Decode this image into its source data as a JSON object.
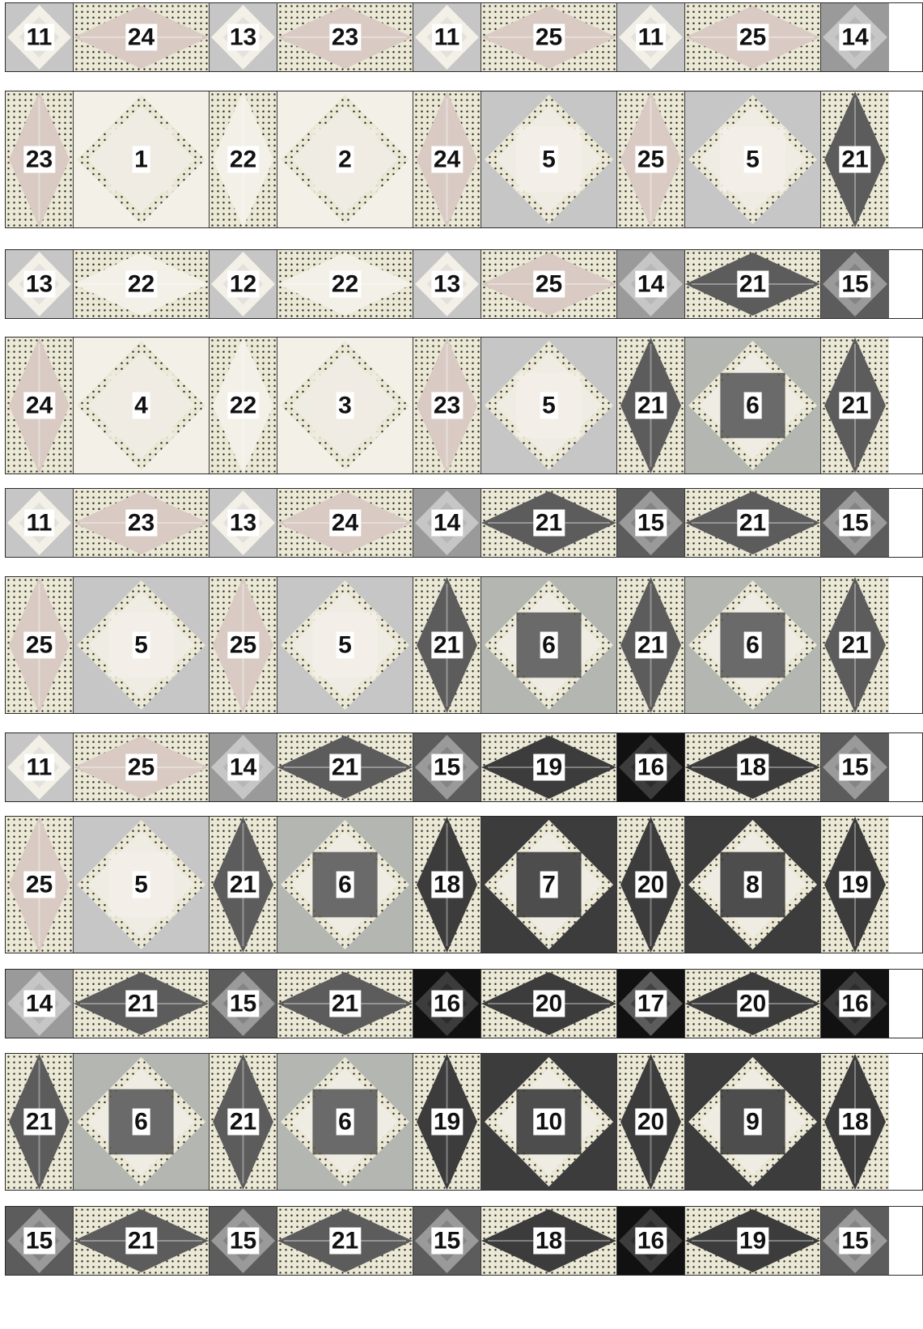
{
  "quilt": {
    "rows": [
      {
        "kind": "sash",
        "blocks": [
          "11",
          "24",
          "13",
          "23",
          "11",
          "25",
          "11",
          "25",
          "14"
        ]
      },
      {
        "kind": "block",
        "blocks": [
          "23",
          "1",
          "22",
          "2",
          "24",
          "5",
          "25",
          "5",
          "21"
        ]
      },
      {
        "kind": "sash",
        "blocks": [
          "13",
          "22",
          "12",
          "22",
          "13",
          "25",
          "14",
          "21",
          "15"
        ]
      },
      {
        "kind": "block",
        "blocks": [
          "24",
          "4",
          "22",
          "3",
          "23",
          "5",
          "21",
          "6",
          "21"
        ]
      },
      {
        "kind": "sash",
        "blocks": [
          "11",
          "23",
          "13",
          "24",
          "14",
          "21",
          "15",
          "21",
          "15"
        ]
      },
      {
        "kind": "block",
        "blocks": [
          "25",
          "5",
          "25",
          "5",
          "21",
          "6",
          "21",
          "6",
          "21"
        ]
      },
      {
        "kind": "sash",
        "blocks": [
          "11",
          "25",
          "14",
          "21",
          "15",
          "19",
          "16",
          "18",
          "15"
        ]
      },
      {
        "kind": "block",
        "blocks": [
          "25",
          "5",
          "21",
          "6",
          "18",
          "7",
          "20",
          "8",
          "19"
        ]
      },
      {
        "kind": "sash",
        "blocks": [
          "14",
          "21",
          "15",
          "21",
          "16",
          "20",
          "17",
          "20",
          "16"
        ]
      },
      {
        "kind": "block",
        "blocks": [
          "21",
          "6",
          "21",
          "6",
          "19",
          "10",
          "20",
          "9",
          "18"
        ]
      },
      {
        "kind": "sash",
        "blocks": [
          "15",
          "21",
          "15",
          "21",
          "15",
          "18",
          "16",
          "19",
          "15"
        ]
      }
    ]
  },
  "fabric_colors": {
    "cream": "#efece3",
    "dot_ground": "#ebe8d6",
    "dot": "#2b2b24",
    "pale": "#f3f0e8",
    "taupe": "#c9bfb6",
    "blush": "#d9cbc4",
    "light_gray": "#c6c6c6",
    "mid_gray": "#9a9a9a",
    "dark_gray": "#5c5c5c",
    "charcoal": "#3c3c3c",
    "black": "#111111",
    "sage_gray": "#b4b7b1"
  }
}
